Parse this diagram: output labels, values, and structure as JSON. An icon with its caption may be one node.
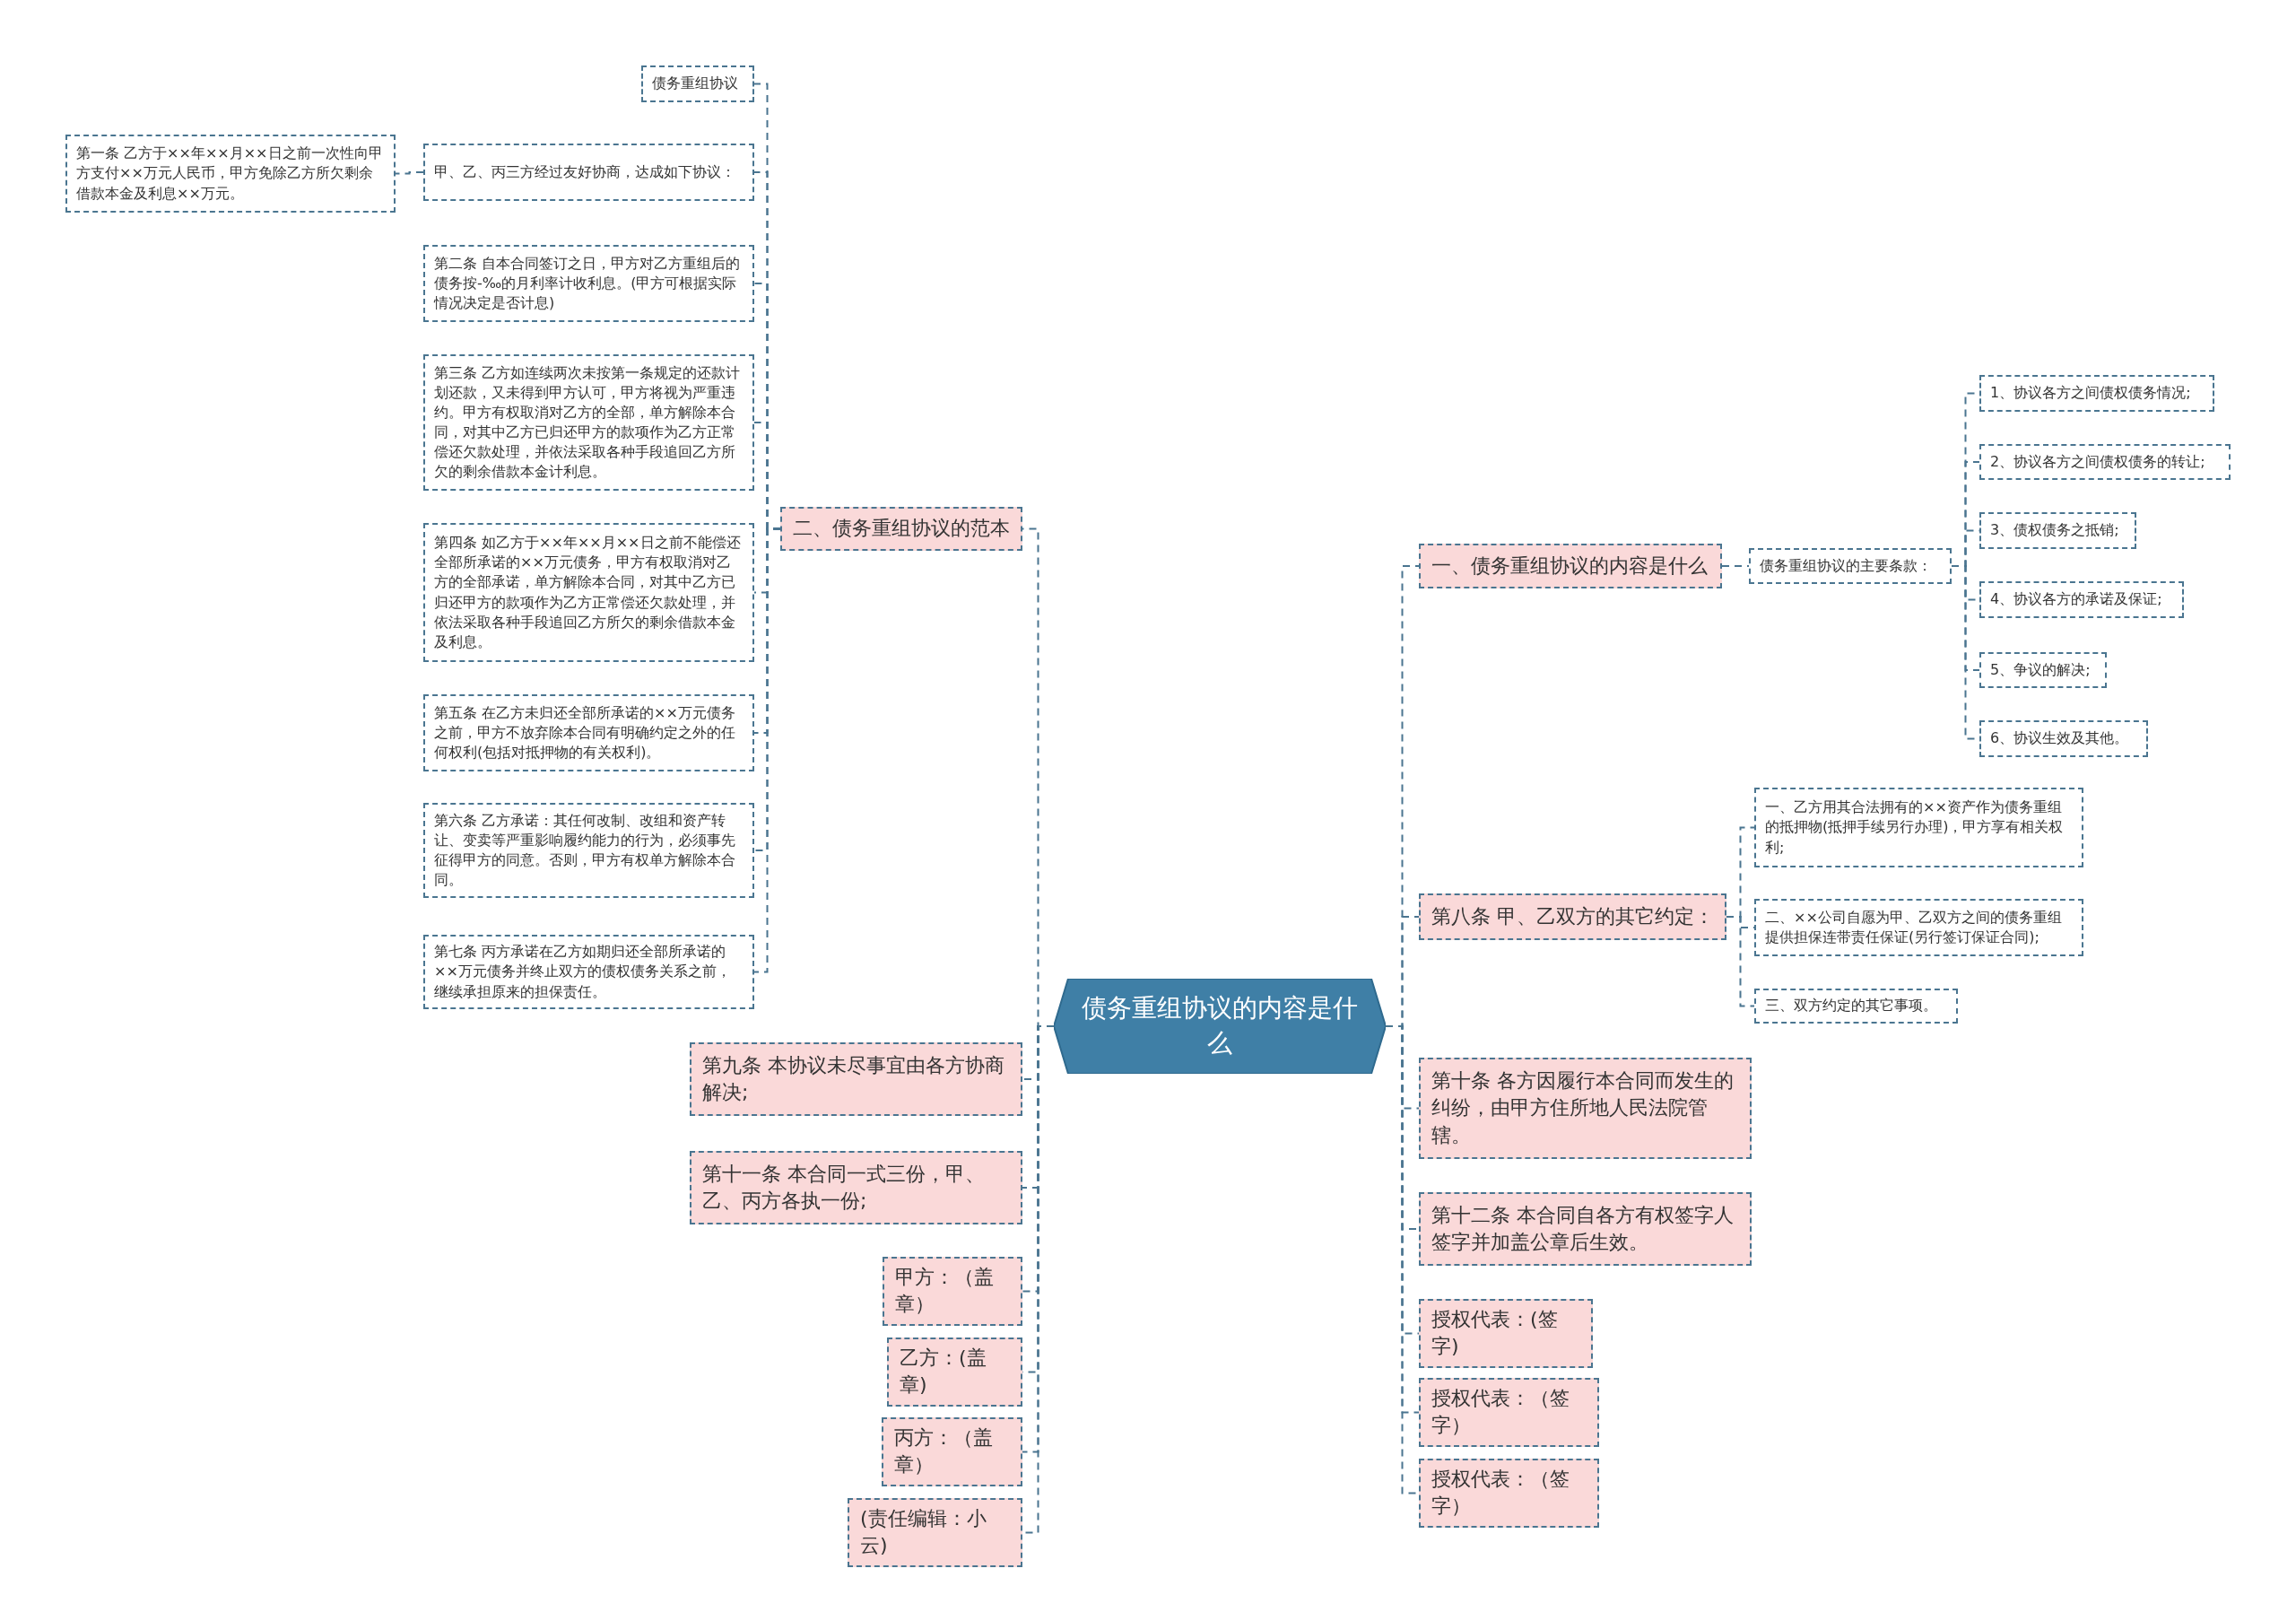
{
  "diagram": {
    "nodes": [
      {
        "text": [
          "债务重组协议的内容是什么"
        ]
      },
      {
        "text": [
          "二、债务重组协议的范本"
        ]
      },
      {
        "text": [
          "债务重组协议"
        ]
      },
      {
        "text": [
          "甲、乙、丙三方经过友好协商，达成如下协议："
        ]
      },
      {
        "text": [
          "第一条 乙方于××年××月××日之前一次性向甲方支付××万元人民币，甲方免除乙方所欠剩余借款本金及利息××万元。"
        ]
      },
      {
        "text": [
          "第二条 自本合同签订之日，甲方对乙方重组后的债务按-‰的月利率计收利息。(甲方可根据实际情况决定是否计息)"
        ]
      },
      {
        "text": [
          "第三条 乙方如连续两次未按第一条规定的还款计划还款，又未得到甲方认可，甲方将视为严重违约。甲方有权取消对乙方的全部，单方解除本合同，对其中乙方已归还甲方的款项作为乙方正常偿还欠款处理，并依法采取各种手段追回乙方所欠的剩余借款本金计利息。"
        ]
      },
      {
        "text": [
          "第四条 如乙方于××年××月××日之前不能偿还全部所承诺的××万元债务，甲方有权取消对乙方的全部承诺，单方解除本合同，对其中乙方已归还甲方的款项作为乙方正常偿还欠款处理，并依法采取各种手段追回乙方所欠的剩余借款本金及利息。"
        ]
      },
      {
        "text": [
          "第五条 在乙方未归还全部所承诺的××万元债务之前，甲方不放弃除本合同有明确约定之外的任何权利(包括对抵押物的有关权利)。"
        ]
      },
      {
        "text": [
          "第六条 乙方承诺：其任何改制、改组和资产转让、变卖等严重影响履约能力的行为，必须事先征得甲方的同意。否则，甲方有权单方解除本合同。"
        ]
      },
      {
        "text": [
          "第七条 丙方承诺在乙方如期归还全部所承诺的××万元债务并终止双方的债权债务关系之前，继续承担原来的担保责任。"
        ]
      },
      {
        "text": [
          "第九条 本协议未尽事宜由各方协商解决;"
        ]
      },
      {
        "text": [
          "第十一条 本合同一式三份，甲、乙、丙方各执一份;"
        ]
      },
      {
        "text": [
          "甲方：（盖章）"
        ]
      },
      {
        "text": [
          "乙方：(盖章)"
        ]
      },
      {
        "text": [
          "丙方：（盖章）"
        ]
      },
      {
        "text": [
          "(责任编辑：小云)"
        ]
      },
      {
        "text": [
          "一、债务重组协议的内容是什么"
        ]
      },
      {
        "text": [
          "债务重组协议的主要条款："
        ]
      },
      {
        "text": [
          "1、协议各方之间债权债务情况;"
        ]
      },
      {
        "text": [
          "2、协议各方之间债权债务的转让;"
        ]
      },
      {
        "text": [
          "3、债权债务之抵销;"
        ]
      },
      {
        "text": [
          "4、协议各方的承诺及保证;"
        ]
      },
      {
        "text": [
          "5、争议的解决;"
        ]
      },
      {
        "text": [
          "6、协议生效及其他。"
        ]
      },
      {
        "text": [
          "第八条 甲、乙双方的其它约定："
        ]
      },
      {
        "text": [
          "一、乙方用其合法拥有的××资产作为债务重组的抵押物(抵押手续另行办理)，甲方享有相关权利;"
        ]
      },
      {
        "text": [
          "二、××公司自愿为甲、乙双方之间的债务重组提供担保连带责任保证(另行签订保证合同);"
        ]
      },
      {
        "text": [
          "三、双方约定的其它事项。"
        ]
      },
      {
        "text": [
          "第十条 各方因履行本合同而发生的纠纷，由甲方住所地人民法院管辖。"
        ]
      },
      {
        "text": [
          "第十二条 本合同自各方有权签字人签字并加盖公章后生效。"
        ]
      },
      {
        "text": [
          "授权代表：(签字)"
        ]
      },
      {
        "text": [
          "授权代表：（签字）"
        ]
      },
      {
        "text": [
          "授权代表：（签字）"
        ]
      }
    ],
    "edges": [
      {
        "from": 0,
        "to": 1,
        "arrow": "none"
      },
      {
        "from": 1,
        "to": 2,
        "arrow": "none"
      },
      {
        "from": 1,
        "to": 3,
        "arrow": "none"
      },
      {
        "from": 3,
        "to": 4,
        "arrow": "none"
      },
      {
        "from": 1,
        "to": 5,
        "arrow": "none"
      },
      {
        "from": 1,
        "to": 6,
        "arrow": "none"
      },
      {
        "from": 1,
        "to": 7,
        "arrow": "none"
      },
      {
        "from": 1,
        "to": 8,
        "arrow": "none"
      },
      {
        "from": 1,
        "to": 9,
        "arrow": "none"
      },
      {
        "from": 1,
        "to": 10,
        "arrow": "none"
      },
      {
        "from": 0,
        "to": 11,
        "arrow": "none"
      },
      {
        "from": 0,
        "to": 12,
        "arrow": "none"
      },
      {
        "from": 0,
        "to": 13,
        "arrow": "none"
      },
      {
        "from": 0,
        "to": 14,
        "arrow": "none"
      },
      {
        "from": 0,
        "to": 15,
        "arrow": "none"
      },
      {
        "from": 0,
        "to": 16,
        "arrow": "none"
      },
      {
        "from": 0,
        "to": 17,
        "arrow": "none"
      },
      {
        "from": 17,
        "to": 18,
        "arrow": "none"
      },
      {
        "from": 18,
        "to": 19,
        "arrow": "none"
      },
      {
        "from": 18,
        "to": 20,
        "arrow": "none"
      },
      {
        "from": 18,
        "to": 21,
        "arrow": "none"
      },
      {
        "from": 18,
        "to": 22,
        "arrow": "none"
      },
      {
        "from": 18,
        "to": 23,
        "arrow": "none"
      },
      {
        "from": 18,
        "to": 24,
        "arrow": "none"
      },
      {
        "from": 0,
        "to": 25,
        "arrow": "none"
      },
      {
        "from": 25,
        "to": 26,
        "arrow": "none"
      },
      {
        "from": 25,
        "to": 27,
        "arrow": "none"
      },
      {
        "from": 25,
        "to": 28,
        "arrow": "none"
      },
      {
        "from": 0,
        "to": 29,
        "arrow": "none"
      },
      {
        "from": 0,
        "to": 30,
        "arrow": "none"
      },
      {
        "from": 0,
        "to": 31,
        "arrow": "none"
      },
      {
        "from": 0,
        "to": 32,
        "arrow": "none"
      },
      {
        "from": 0,
        "to": 33,
        "arrow": "none"
      }
    ]
  }
}
